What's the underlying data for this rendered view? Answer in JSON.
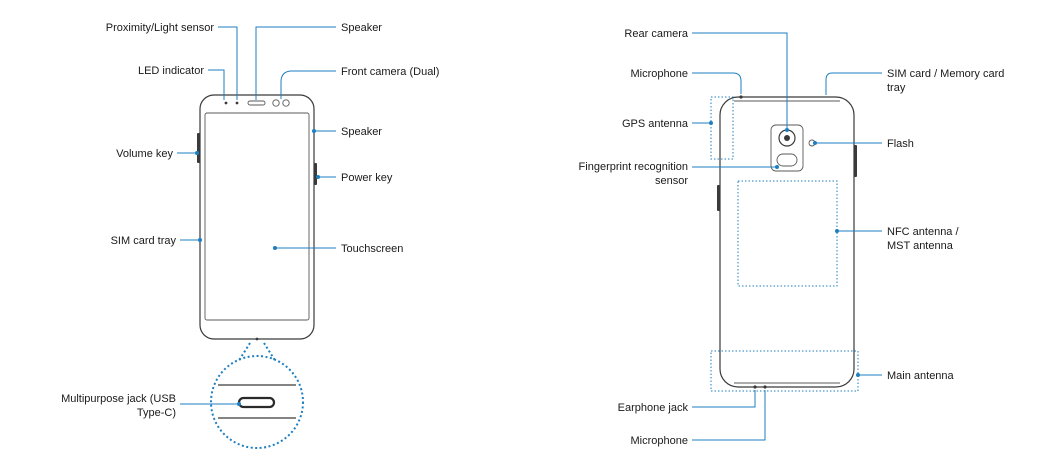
{
  "front_view": {
    "labels": {
      "proximity_sensor": "Proximity/Light sensor",
      "led_indicator": "LED indicator",
      "volume_key": "Volume key",
      "sim_card_tray": "SIM card tray",
      "multipurpose_jack_line1": "Multipurpose jack (USB",
      "multipurpose_jack_line2": "Type-C)",
      "speaker_top": "Speaker",
      "front_camera": "Front camera (Dual)",
      "speaker_side": "Speaker",
      "power_key": "Power key",
      "touchscreen": "Touchscreen"
    }
  },
  "back_view": {
    "labels": {
      "rear_camera": "Rear camera",
      "microphone_top": "Microphone",
      "gps_antenna": "GPS antenna",
      "fingerprint_line1": "Fingerprint recognition",
      "fingerprint_line2": "sensor",
      "earphone_jack": "Earphone jack",
      "microphone_bottom": "Microphone",
      "sim_memory_line1": "SIM card / Memory card",
      "sim_memory_line2": "tray",
      "flash": "Flash",
      "nfc_line1": "NFC antenna /",
      "nfc_line2": "MST antenna",
      "main_antenna": "Main antenna"
    }
  },
  "colors": {
    "leader": "#1e7fc0",
    "outline": "#3a3a3a"
  }
}
